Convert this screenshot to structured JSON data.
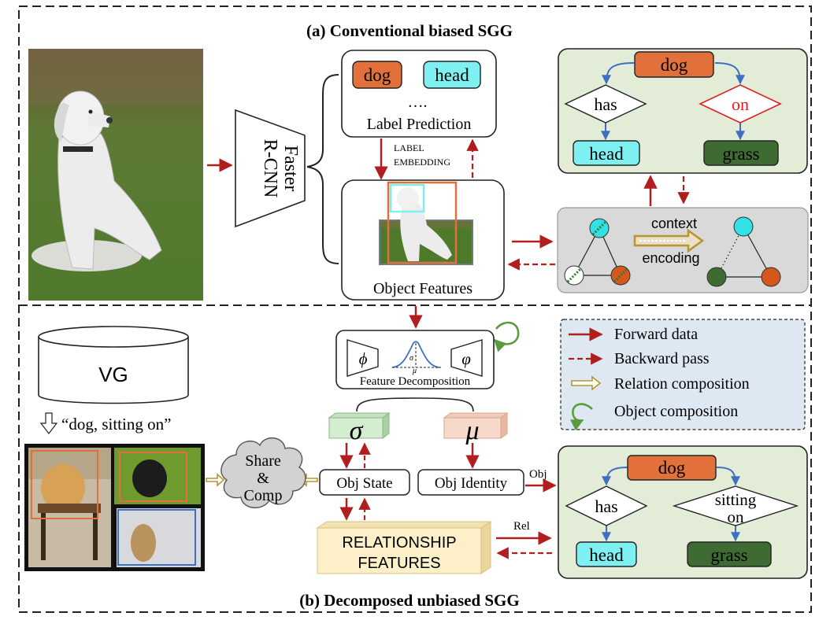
{
  "titles": {
    "top": "(a) Conventional biased SGG",
    "bottom": "(b) Decomposed unbiased SGG"
  },
  "detector": {
    "line1": "Faster",
    "line2": "R-CNN"
  },
  "label_prediction": {
    "obj1": "dog",
    "obj2": "head",
    "dots": "….",
    "caption": "Label Prediction"
  },
  "label_embedding": {
    "line1": "LABEL",
    "line2": "EMBEDDING"
  },
  "object_features": {
    "caption": "Object Features"
  },
  "context": {
    "line1": "context",
    "line2": "encoding"
  },
  "graph_top": {
    "subject": "dog",
    "rel_left": "has",
    "rel_right": "on",
    "obj_left": "head",
    "obj_right": "grass"
  },
  "dataset": {
    "name": "VG",
    "query": "“dog, sitting on”"
  },
  "share_comp": {
    "line1": "Share",
    "line2": "&",
    "line3": "Comp"
  },
  "feature_decomposition": {
    "phi": "ϕ",
    "varphi": "φ",
    "sigma_small": "σ",
    "mu_small": "μ",
    "caption": "Feature Decomposition"
  },
  "sigma": "σ",
  "mu": "μ",
  "obj_state": "Obj State",
  "obj_identity": "Obj Identity",
  "obj_arrow_label": "Obj",
  "rel_arrow_label": "Rel",
  "relationship_features": {
    "line1": "RELATIONSHIP",
    "line2": "FEATURES"
  },
  "legend": {
    "items": [
      {
        "label": "Forward data",
        "icon": "solid-arrow-icon"
      },
      {
        "label": "Backward pass",
        "icon": "dashed-arrow-icon"
      },
      {
        "label": "Relation composition",
        "icon": "hollow-arrow-icon"
      },
      {
        "label": "Object composition",
        "icon": "curved-arrow-icon"
      }
    ]
  },
  "graph_bottom": {
    "subject": "dog",
    "rel_left": "has",
    "rel_right_line1": "sitting",
    "rel_right_line2": "on",
    "obj_left": "head",
    "obj_right": "grass"
  },
  "colors": {
    "forward": "#b01e1e",
    "orange": "#e1703a",
    "cyan": "#7ff0f2",
    "dark_green": "#3d6b32",
    "graph_panel": "#e2ecd6",
    "context_panel": "#d9d9d9",
    "legend_panel": "#dde8f2",
    "sigma_box": "#d4ecd0",
    "mu_box": "#f7d9cc",
    "rel_box": "#fdf0c8",
    "edge_blue": "#3e6fc2",
    "gold": "#b8962e",
    "cycle_green": "#5b9b3c"
  }
}
